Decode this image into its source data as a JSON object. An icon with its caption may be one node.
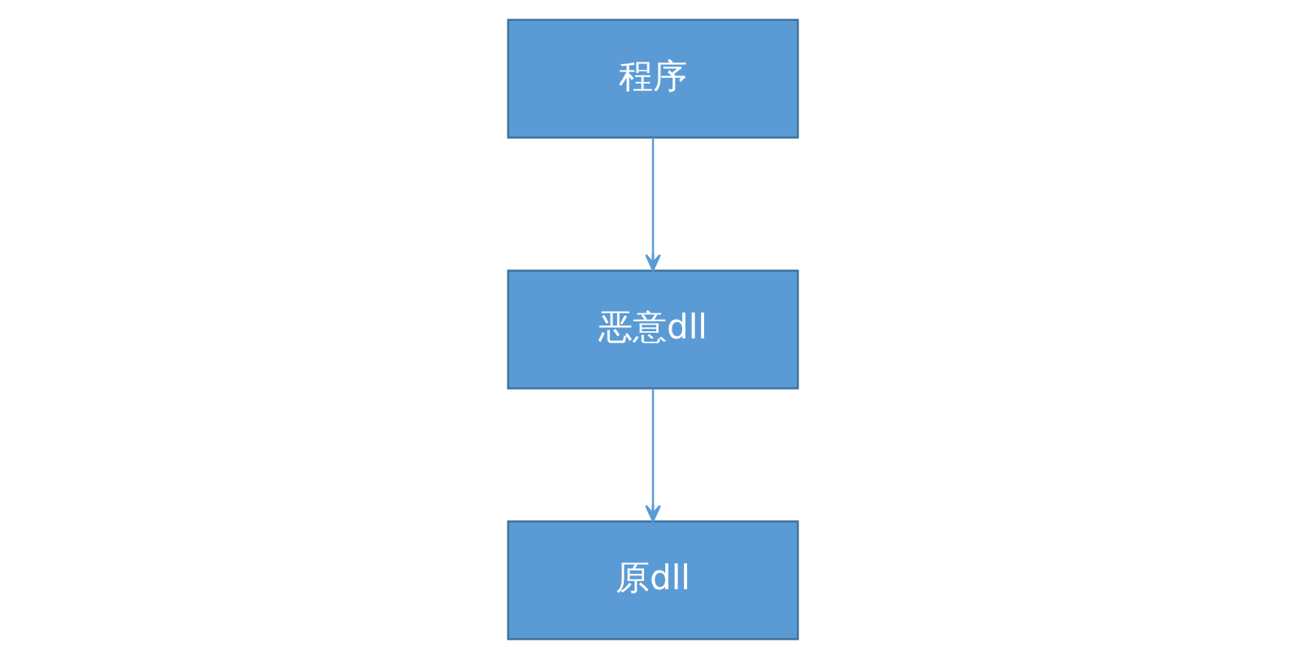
{
  "diagram": {
    "nodes": [
      {
        "text": [
          "程序"
        ]
      },
      {
        "text": [
          "原dll"
        ]
      },
      {
        "text": [
          "恶意dll"
        ]
      }
    ],
    "edges": [
      {
        "from": 0,
        "to": 2,
        "arrow": "to"
      },
      {
        "from": 2,
        "to": 1,
        "arrow": "to"
      }
    ]
  }
}
